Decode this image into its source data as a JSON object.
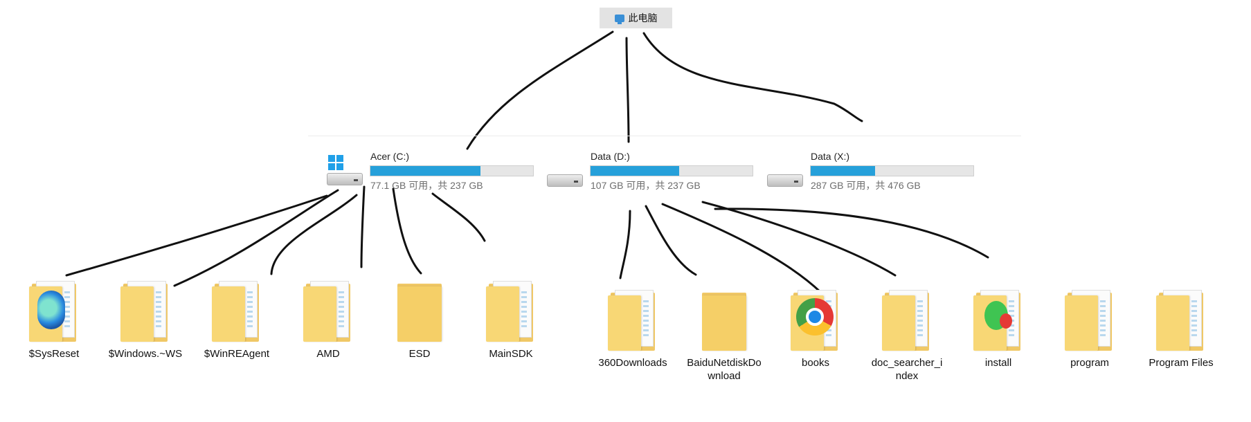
{
  "root": {
    "label": "此电脑",
    "icon": "computer-icon"
  },
  "drives": [
    {
      "name": "Acer (C:)",
      "info": "77.1 GB 可用，共 237 GB",
      "used_fraction": 0.675,
      "icon": "windows-drive-icon",
      "accent": "#26a0da"
    },
    {
      "name": "Data (D:)",
      "info": "107 GB 可用，共 237 GB",
      "used_fraction": 0.548,
      "icon": "drive-icon",
      "accent": "#26a0da"
    },
    {
      "name": "Data (X:)",
      "info": "287 GB 可用，共 476 GB",
      "used_fraction": 0.397,
      "icon": "drive-icon",
      "accent": "#26a0da"
    }
  ],
  "c_folders": [
    {
      "name": "$SysReset",
      "icon": "edge-folder-icon"
    },
    {
      "name": "$Windows.~WS",
      "icon": "folder-icon"
    },
    {
      "name": "$WinREAgent",
      "icon": "folder-icon"
    },
    {
      "name": "AMD",
      "icon": "folder-icon"
    },
    {
      "name": "ESD",
      "icon": "empty-folder-icon"
    },
    {
      "name": "MainSDK",
      "icon": "folder-icon"
    }
  ],
  "d_folders": [
    {
      "name": "360Downloads",
      "icon": "folder-icon"
    },
    {
      "name": "BaiduNetdiskDownload",
      "icon": "empty-folder-icon"
    },
    {
      "name": "books",
      "icon": "chrome-folder-icon"
    },
    {
      "name": "doc_searcher_index",
      "icon": "folder-icon"
    },
    {
      "name": "install",
      "icon": "wechat-folder-icon"
    },
    {
      "name": "program",
      "icon": "folder-icon"
    },
    {
      "name": "Program Files",
      "icon": "folder-icon"
    }
  ]
}
